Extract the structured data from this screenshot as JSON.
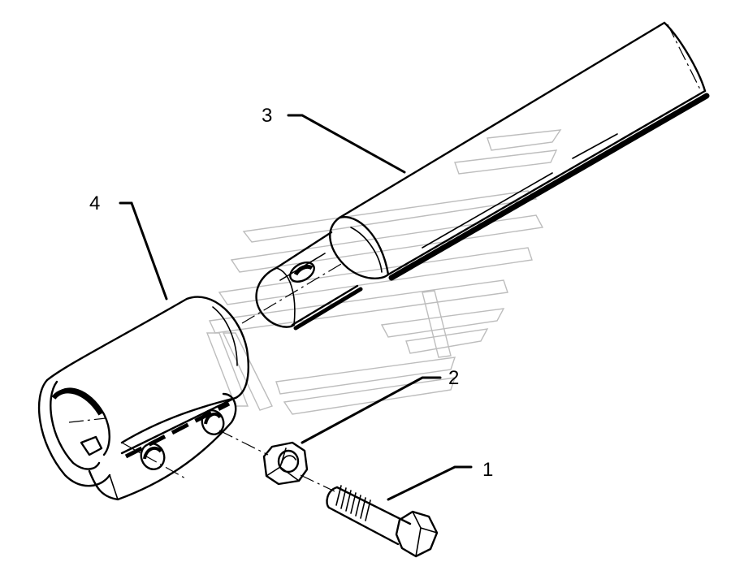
{
  "callouts": [
    {
      "id": "1",
      "label": "1"
    },
    {
      "id": "2",
      "label": "2"
    },
    {
      "id": "3",
      "label": "3"
    },
    {
      "id": "4",
      "label": "4"
    }
  ],
  "colors": {
    "line": "#000000",
    "watermark": "#bdbdbd",
    "background": "#ffffff"
  }
}
